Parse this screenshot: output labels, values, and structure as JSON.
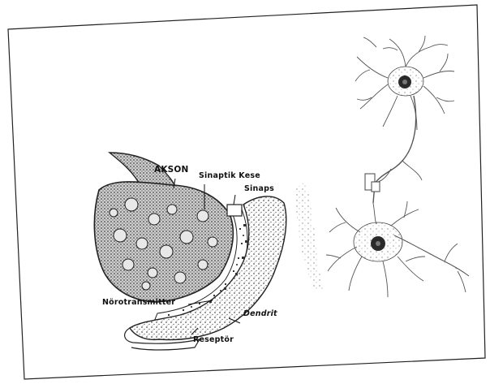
{
  "labels": {
    "akson": "AKSON",
    "sinaptik_kese": "Sinaptik Kese",
    "sinaps": "Sinaps",
    "noerotransmitter": "Nörotransmitter",
    "dendrit": "Dendrit",
    "reseptor": "Reseptör"
  },
  "colors": {
    "paper": "#ffffff",
    "ink": "#111111",
    "stipple": "#8a8a8a",
    "membrane": "#555555"
  }
}
